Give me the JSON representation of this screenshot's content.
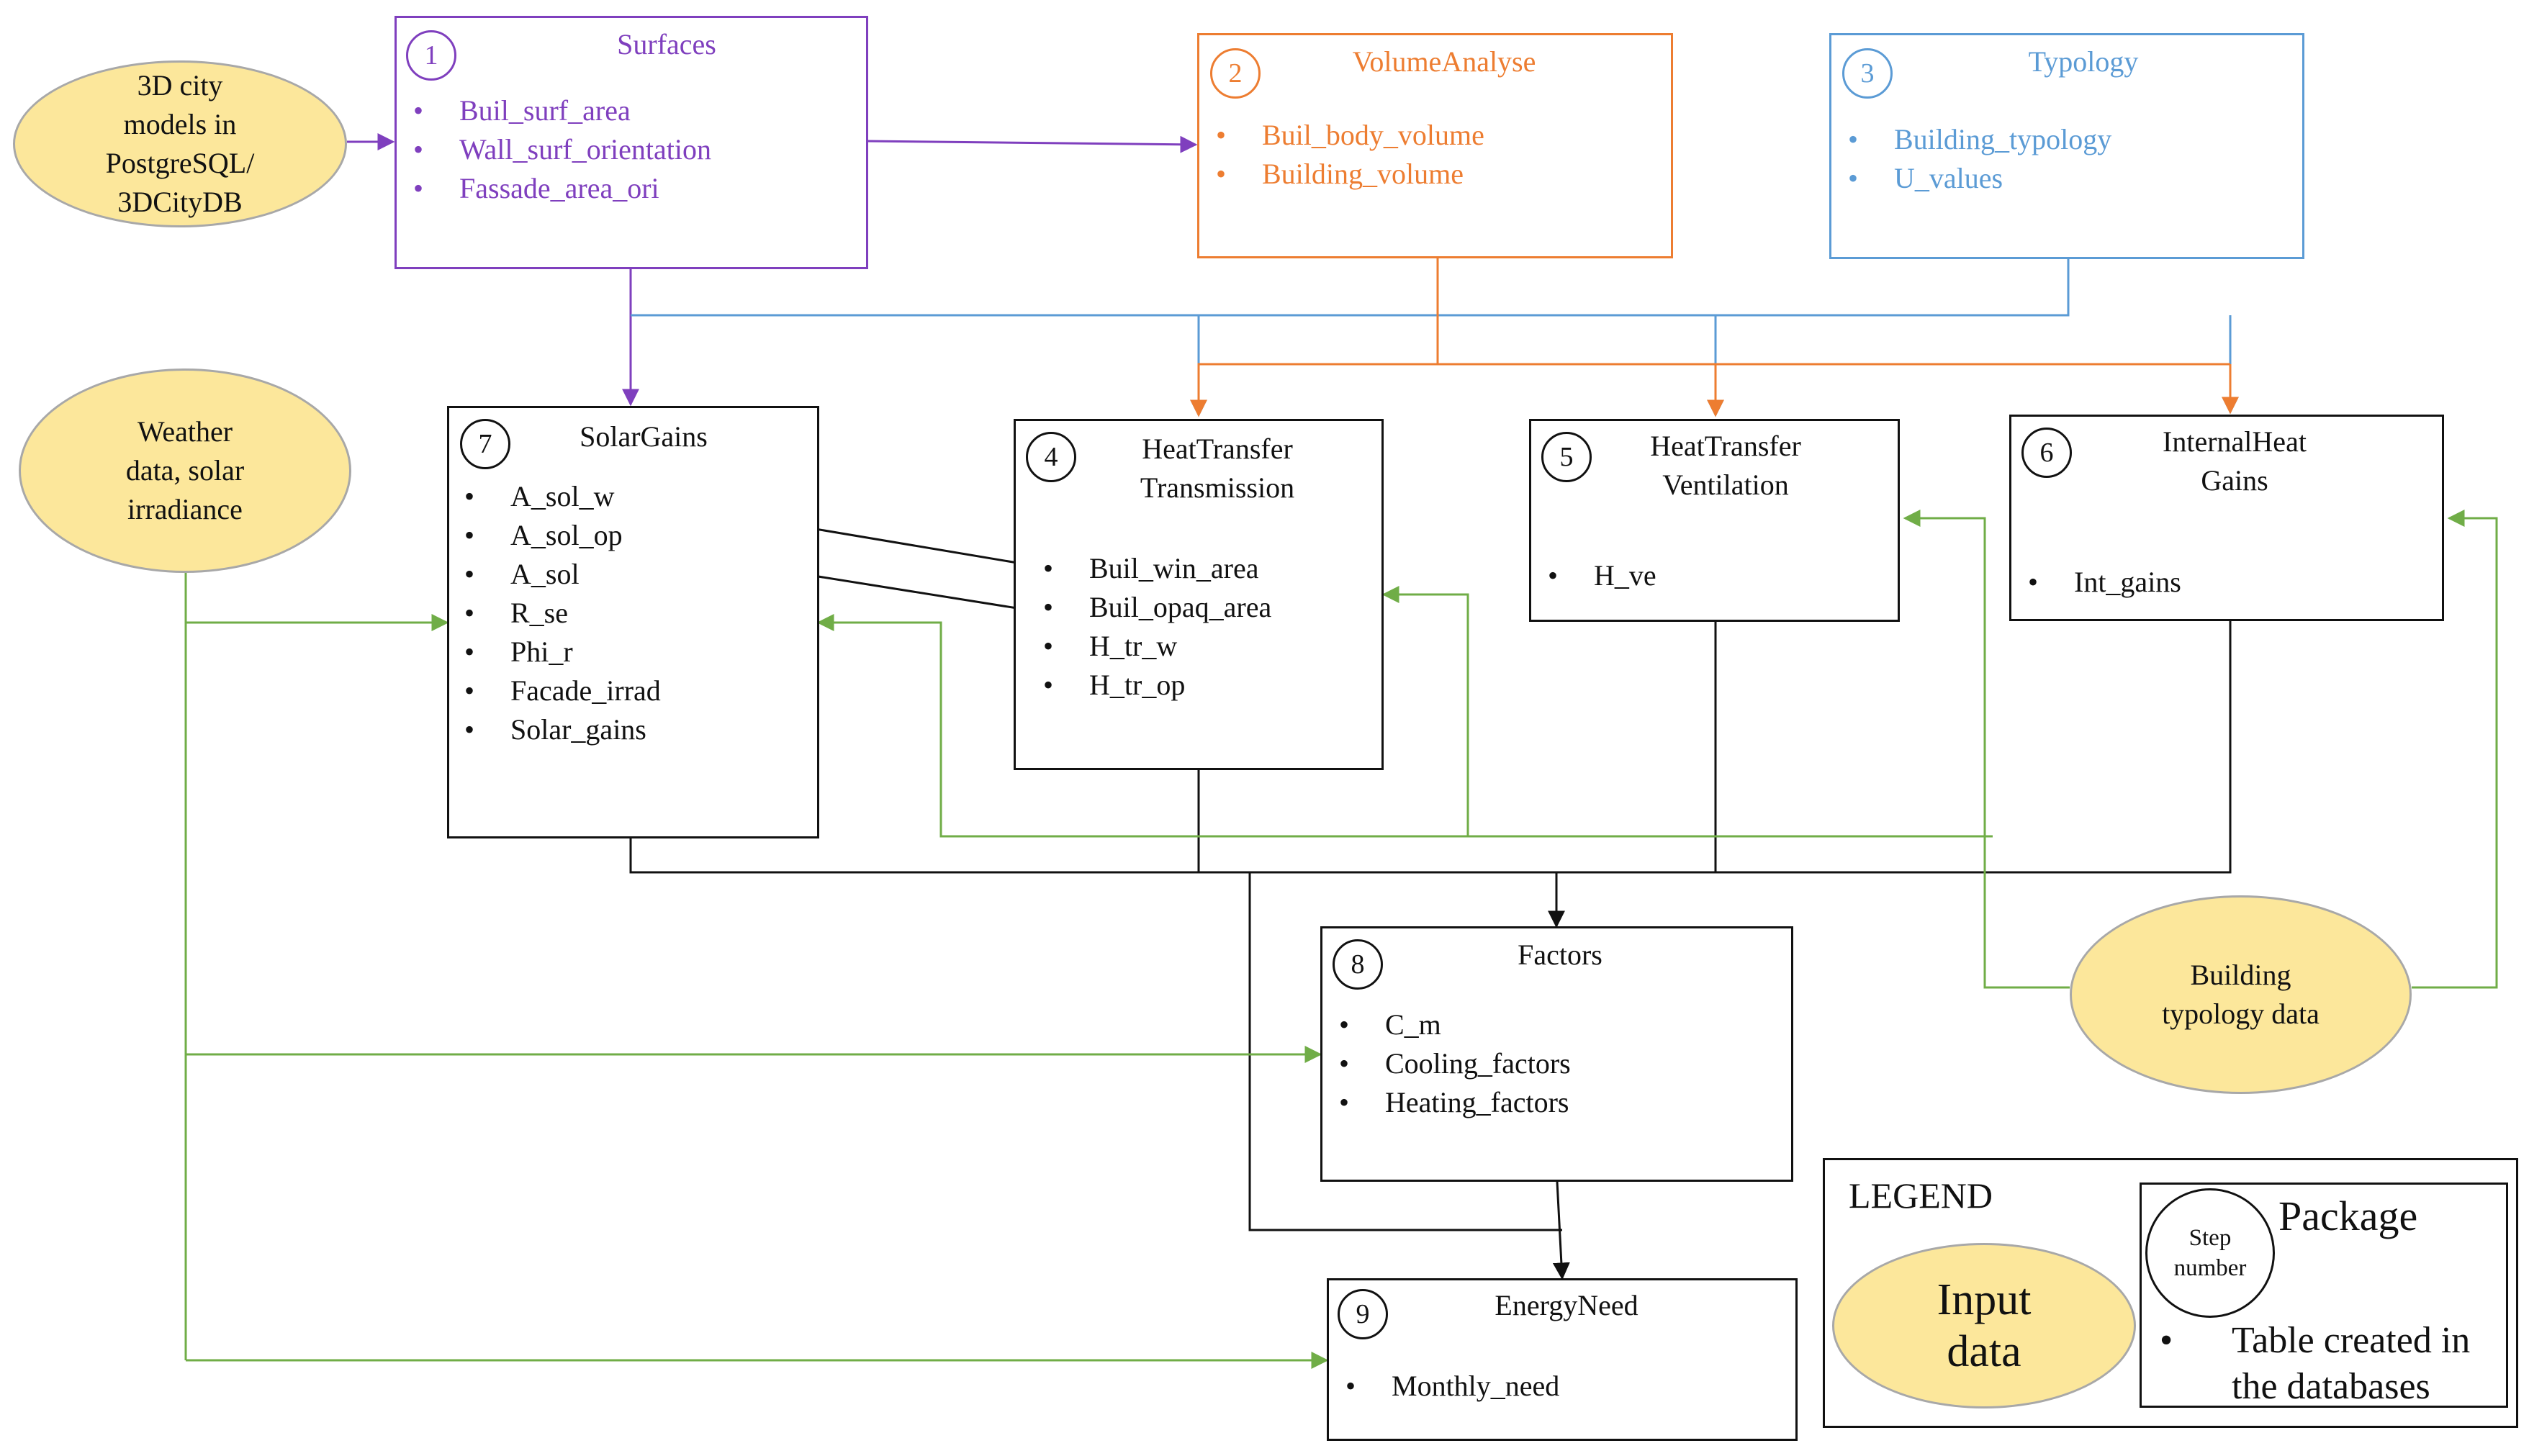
{
  "colors": {
    "purple": "#7f3fbe",
    "orange": "#ed7d31",
    "blue": "#5b9bd5",
    "green": "#70ad47",
    "input_fill": "#fce79b",
    "black": "#111111"
  },
  "inputs": {
    "citymodels": "3D city\nmodels  in\nPostgreSQL/\n3DCityDB",
    "weather": "Weather\ndata, solar\nirradiance",
    "typology": "Building\ntypology  data"
  },
  "packages": {
    "surfaces": {
      "num": "1",
      "title": "Surfaces",
      "items": [
        "Buil_surf_area",
        "Wall_surf_orientation",
        "Fassade_area_ori"
      ]
    },
    "volume": {
      "num": "2",
      "title": "VolumeAnalyse",
      "items": [
        "Buil_body_volume",
        "Building_volume"
      ]
    },
    "typology": {
      "num": "3",
      "title": "Typology",
      "items": [
        "Building_typology",
        "U_values"
      ]
    },
    "transmission": {
      "num": "4",
      "title": "HeatTransfer\nTransmission",
      "items": [
        "Buil_win_area",
        "Buil_opaq_area",
        "H_tr_w",
        "H_tr_op"
      ]
    },
    "ventilation": {
      "num": "5",
      "title": "HeatTransfer\nVentilation",
      "items": [
        "H_ve"
      ]
    },
    "internal": {
      "num": "6",
      "title": "InternalHeat\nGains",
      "items": [
        "Int_gains"
      ]
    },
    "solar": {
      "num": "7",
      "title": "SolarGains",
      "items": [
        "A_sol_w",
        "A_sol_op",
        "A_sol",
        "R_se",
        "Phi_r",
        "Facade_irrad",
        "Solar_gains"
      ]
    },
    "factors": {
      "num": "8",
      "title": "Factors",
      "items": [
        "C_m",
        "Cooling_factors",
        "Heating_factors"
      ]
    },
    "energy": {
      "num": "9",
      "title": "EnergyNeed",
      "items": [
        "Monthly_need"
      ]
    }
  },
  "legend": {
    "title": "LEGEND",
    "input_label": "Input\ndata",
    "step_label": "Step\nnumber",
    "package_label": "Package",
    "table_label": "Table created in\nthe databases"
  }
}
